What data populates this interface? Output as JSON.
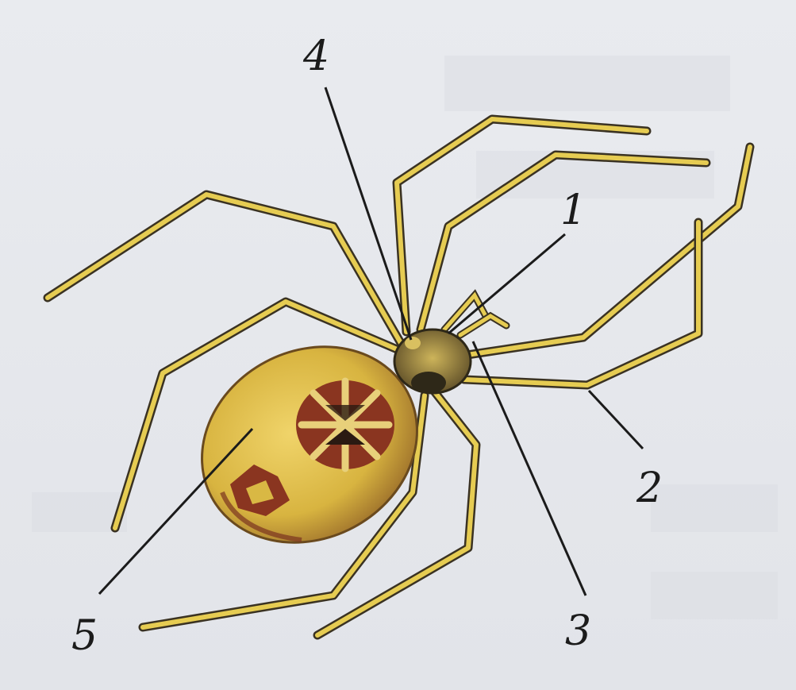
{
  "figure": {
    "labels": [
      {
        "number": "1",
        "points_to": "cephalothorax"
      },
      {
        "number": "2",
        "points_to": "leg"
      },
      {
        "number": "3",
        "points_to": "pedipalp"
      },
      {
        "number": "4",
        "points_to": "chelicerae"
      },
      {
        "number": "5",
        "points_to": "abdomen"
      }
    ]
  },
  "colors": {
    "background": "#e4e6ea",
    "leg_yellow": "#e6cc52",
    "leg_dark": "#3a3222",
    "abdomen": "#d9b844",
    "abdomen_marking": "#8a3520",
    "leader_line": "#1b1b1b"
  }
}
